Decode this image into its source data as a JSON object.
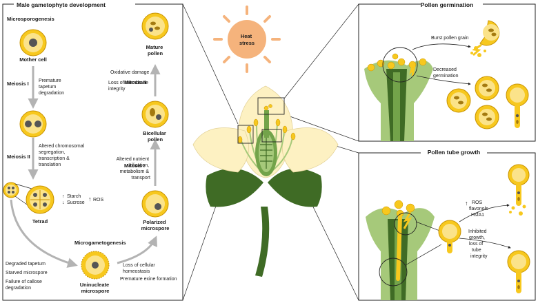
{
  "panels": {
    "male": {
      "title": "Male gametophyte development",
      "microsporogenesis": "Microsporogenesis",
      "mother_cell": "Mother cell",
      "meiosis1": "Meiosis I",
      "meiosis1_note": [
        "Premature",
        "tapetum",
        "degradation"
      ],
      "meiosis2": "Meiosis II",
      "meiosis2_note": [
        "Altered chromosomal",
        "segregation,",
        "transcription &",
        "translation"
      ],
      "starch": "Starch",
      "sucrose": "Sucrose",
      "ros": "ROS",
      "tetrad": "Tetrad",
      "degraded": [
        "Degraded tapetum",
        "Starved microspore",
        "Failure of callose",
        "degradation"
      ],
      "microgametogenesis": "Microgametogenesis",
      "uninucleate": [
        "Uninucleate",
        "microspore"
      ],
      "loss_notes": [
        "Loss of cellular",
        "homeostasis",
        "Premature exine formation"
      ],
      "polarized": [
        "Polarized",
        "microspore"
      ],
      "mitosis1": "Mitosis I",
      "mitosis1_note": [
        "Altered nutrient",
        "utilization,",
        "metabolism &",
        "transport"
      ],
      "bicellular": [
        "Bicellular",
        "pollen"
      ],
      "mitosis2": "Mitosis II",
      "mitosis2_note": [
        "Oxidative damage",
        "Loss of membrane",
        "integrity"
      ],
      "mature": [
        "Mature",
        "pollen"
      ]
    },
    "center": {
      "heat": [
        "Heat",
        "stress"
      ]
    },
    "germination": {
      "title": "Pollen germination",
      "burst": "Burst pollen grain",
      "decreased": [
        "Decreased",
        "germination"
      ]
    },
    "tube": {
      "title": "Pollen tube growth",
      "ros": [
        "ROS",
        "flavonols",
        "HsfA1"
      ],
      "inhibited": [
        "Inhibited",
        "growth,",
        "loss of",
        "tube",
        "integrity"
      ]
    }
  },
  "colors": {
    "pollen_fill": "#f7c81e",
    "pollen_inner": "#fbe38a",
    "pollen_edge": "#c79200",
    "nucleus": "#555555",
    "nucleus_brown": "#a47a10",
    "dark_green": "#3f6b25",
    "mid_green": "#73a34a",
    "light_green": "#a6c97a",
    "petal": "#fdf1c2",
    "sun": "#f5b37c",
    "arrow_gray": "#b3b3b3"
  }
}
